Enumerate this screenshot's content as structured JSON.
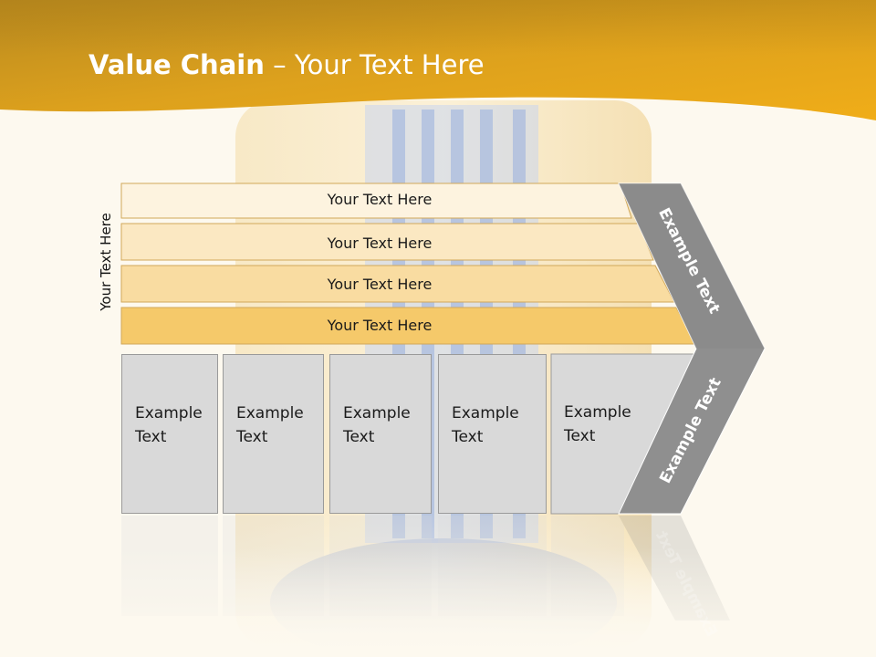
{
  "title": {
    "bold": "Value Chain",
    "rest": " – Your Text Here"
  },
  "side_label": "Your Text Here",
  "bars": [
    {
      "label": "Your Text Here"
    },
    {
      "label": "Your Text Here"
    },
    {
      "label": "Your Text Here"
    },
    {
      "label": "Your Text Here"
    }
  ],
  "boxes": [
    {
      "line1": "Example",
      "line2": "Text"
    },
    {
      "line1": "Example",
      "line2": "Text"
    },
    {
      "line1": "Example",
      "line2": "Text"
    },
    {
      "line1": "Example",
      "line2": "Text"
    },
    {
      "line1": "Example",
      "line2": "Text"
    }
  ],
  "chevron": {
    "upper": "Example Text",
    "lower": "Example Text"
  },
  "colors": {
    "header_orange": "#e8a417",
    "bar_1": "#fdf3df",
    "bar_2": "#fbe8c2",
    "bar_3": "#f9dca1",
    "bar_4": "#f5c96a",
    "box_gray": "#d9d9d9",
    "chevron_gray": "#8f8f8f"
  }
}
